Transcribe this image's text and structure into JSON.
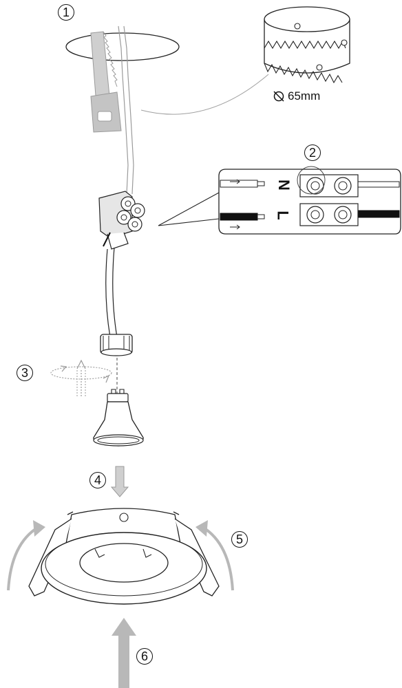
{
  "steps": [
    {
      "number": "1"
    },
    {
      "number": "2"
    },
    {
      "number": "3"
    },
    {
      "number": "4"
    },
    {
      "number": "5"
    },
    {
      "number": "6"
    }
  ],
  "hole_saw": {
    "diameter_label": "65mm",
    "diameter_icon": "diameter-symbol"
  },
  "terminal": {
    "neutral_label": "N",
    "live_label": "L"
  },
  "colors": {
    "line": "#222222",
    "gray_arrow": "#b8b8b8",
    "light_gray": "#cfcfcf",
    "saw_gray": "#c0c0c0"
  }
}
